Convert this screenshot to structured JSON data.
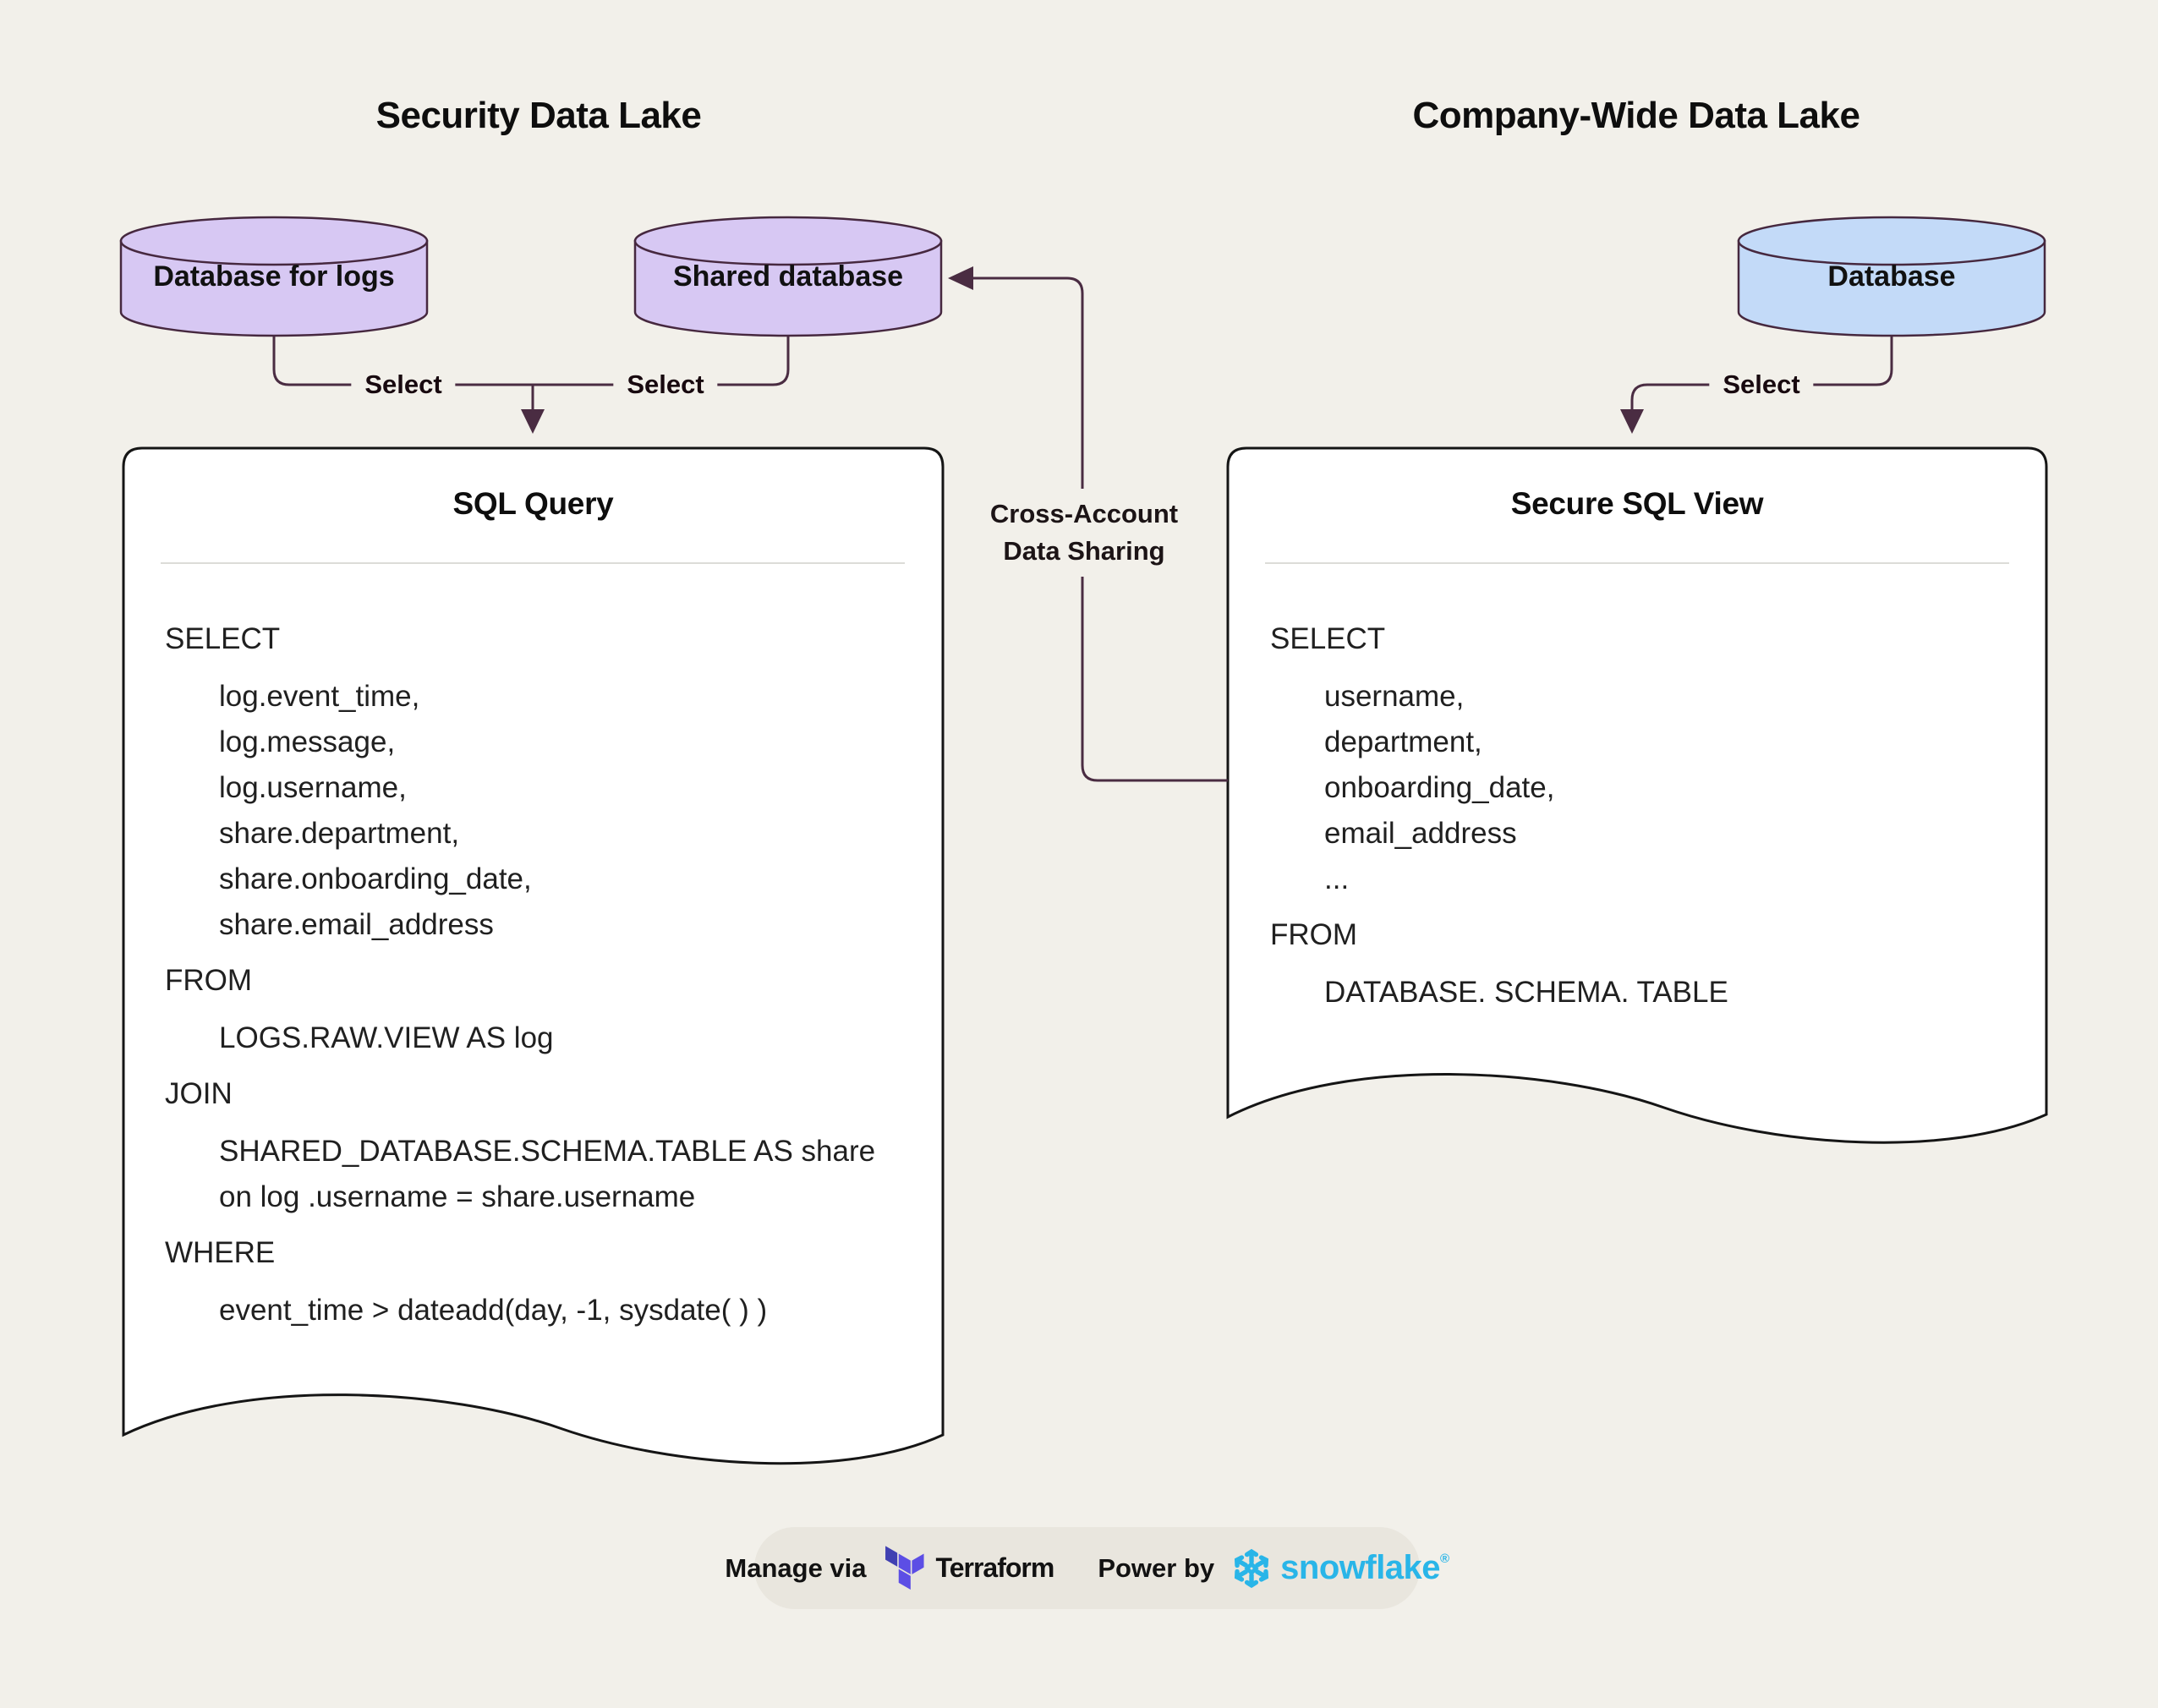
{
  "titles": {
    "left": "Security Data Lake",
    "right": "Company-Wide Data Lake"
  },
  "cylinders": {
    "logs": {
      "label": "Database for logs"
    },
    "shared": {
      "label": "Shared database"
    },
    "company": {
      "label": "Database"
    }
  },
  "connectors": {
    "select_left_a": "Select",
    "select_left_b": "Select",
    "select_right": "Select",
    "cross_account_line1": "Cross-Account",
    "cross_account_line2": "Data Sharing"
  },
  "sql_query_box": {
    "title": "SQL Query",
    "lines": [
      {
        "text": "SELECT",
        "kw": true
      },
      {
        "text": "log.event_time,",
        "kw": false
      },
      {
        "text": "log.message,",
        "kw": false
      },
      {
        "text": "log.username,",
        "kw": false
      },
      {
        "text": "share.department,",
        "kw": false
      },
      {
        "text": "share.onboarding_date,",
        "kw": false
      },
      {
        "text": "share.email_address",
        "kw": false
      },
      {
        "text": "FROM",
        "kw": true
      },
      {
        "text": "LOGS.RAW.VIEW AS log",
        "kw": false
      },
      {
        "text": "JOIN",
        "kw": true
      },
      {
        "text": "SHARED_DATABASE.SCHEMA.TABLE AS share",
        "kw": false
      },
      {
        "text": "on log .username = share.username",
        "kw": false
      },
      {
        "text": "WHERE",
        "kw": true
      },
      {
        "text": "event_time > dateadd(day, -1, sysdate( ) )",
        "kw": false
      }
    ]
  },
  "secure_view_box": {
    "title": "Secure SQL View",
    "lines": [
      {
        "text": "SELECT",
        "kw": true
      },
      {
        "text": "username,",
        "kw": false
      },
      {
        "text": "department,",
        "kw": false
      },
      {
        "text": "onboarding_date,",
        "kw": false
      },
      {
        "text": "email_address",
        "kw": false
      },
      {
        "text": "...",
        "kw": false
      },
      {
        "text": "FROM",
        "kw": true
      },
      {
        "text": "DATABASE. SCHEMA. TABLE",
        "kw": false
      }
    ]
  },
  "footer": {
    "manage_label": "Manage via",
    "terraform_label": "Terraform",
    "power_label": "Power by",
    "snowflake_label": "snowflake",
    "registered_mark": "®"
  },
  "colors": {
    "background": "#f2f0ea",
    "cylinder_purple": "#d7c8f3",
    "cylinder_blue": "#c3daf8",
    "shape_stroke": "#46283f",
    "connector": "#4a2c42",
    "box_border": "#151515",
    "box_fill": "#ffffff",
    "terraform_purple": "#5c4ee5",
    "terraform_purple_dark": "#4040b2",
    "snowflake_blue": "#29b5e8"
  }
}
